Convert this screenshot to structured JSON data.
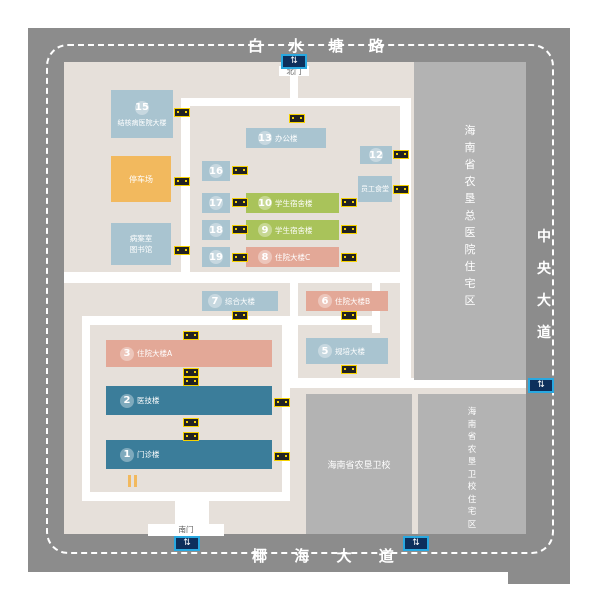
{
  "roads": {
    "north": [
      "白",
      "水",
      "塘",
      "路"
    ],
    "east": [
      "中",
      "央",
      "大",
      "道"
    ],
    "south": [
      "椰",
      "海",
      "大",
      "道"
    ]
  },
  "gates": {
    "north": "北门",
    "south": "南门",
    "gate_icon": "⇅"
  },
  "buildings": {
    "b15": {
      "num": "15",
      "label": "结核病医院大楼"
    },
    "parking": {
      "label": "停车场"
    },
    "archive": {
      "label_line1": "病案室",
      "label_line2": "图书馆"
    },
    "b13": {
      "num": "13",
      "label": "办公楼"
    },
    "b12": {
      "num": "12"
    },
    "b12_label": {
      "label": "员工食堂"
    },
    "b16": {
      "num": "16"
    },
    "b17": {
      "num": "17"
    },
    "b18": {
      "num": "18"
    },
    "b19": {
      "num": "19"
    },
    "b10": {
      "num": "10",
      "label": "学生宿舍楼"
    },
    "b9": {
      "num": "9",
      "label": "学生宿舍楼"
    },
    "b8": {
      "num": "8",
      "label": "住院大楼C"
    },
    "b7": {
      "num": "7",
      "label": "综合大楼"
    },
    "b6": {
      "num": "6",
      "label": "住院大楼B"
    },
    "b5": {
      "num": "5",
      "label": "规培大楼"
    },
    "b3": {
      "num": "3",
      "label": "住院大楼A"
    },
    "b2": {
      "num": "2",
      "label": "医技楼"
    },
    "b1": {
      "num": "1",
      "label": "门诊楼"
    }
  },
  "areas": {
    "residential_large": [
      "海",
      "南",
      "省",
      "农",
      "垦",
      "总",
      "医",
      "院",
      "住",
      "宅",
      "区"
    ],
    "school": "海南省农垦卫校",
    "school_residential": [
      "海",
      "南",
      "省",
      "农",
      "垦",
      "卫",
      "校",
      "住",
      "宅",
      "区"
    ]
  },
  "colors": {
    "road": "#8c8c8c",
    "campus": "#e6e0da",
    "navy_building": "#3b7d9a",
    "salmon_building": "#e3a897",
    "green_building": "#a9c35a",
    "light_blue_building": "#a9c4d0",
    "parking": "#f2b95e",
    "gate": "#0d2f5c"
  }
}
